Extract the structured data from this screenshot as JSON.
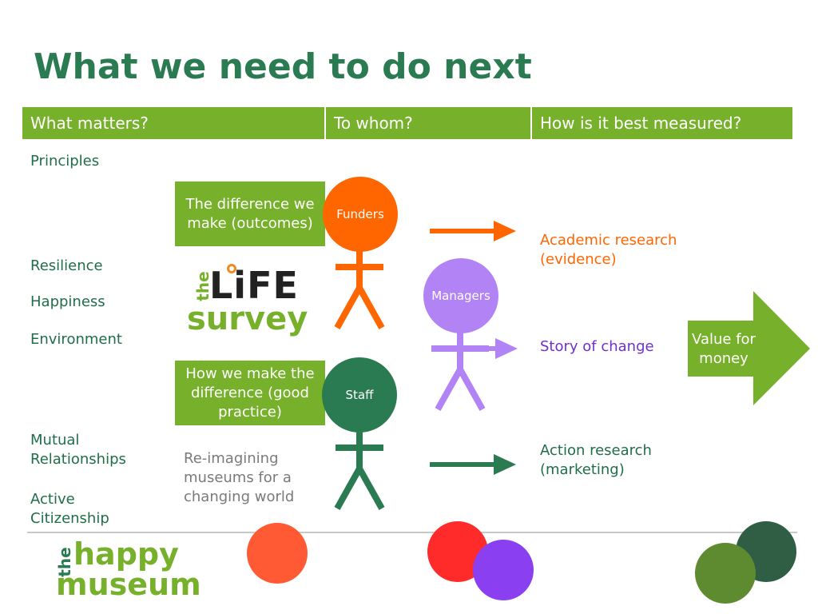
{
  "title": "What we need to do next",
  "headers": [
    "What matters?",
    "To whom?",
    "How is it best measured?"
  ],
  "principles": [
    "Principles",
    "Resilience",
    "Happiness",
    "Environment",
    "Mutual Relationships",
    "Active Citizenship"
  ],
  "boxes": {
    "outcomes": "The difference we make (outcomes)",
    "practice": "How we make the difference (good practice)"
  },
  "life_survey": {
    "the": "the",
    "life": "LiFE",
    "survey": "survey"
  },
  "reimagining": "Re-imagining museums for a changing world",
  "stakeholders": {
    "funders": "Funders",
    "managers": "Managers",
    "staff": "Staff"
  },
  "measures": {
    "academic": "Academic research (evidence)",
    "story": "Story of change",
    "action": "Action research (marketing)"
  },
  "value_arrow": "Value for money",
  "logo": {
    "the": "the",
    "happy": "happy",
    "museum": "museum"
  },
  "colors": {
    "green": "#77b02a",
    "dark_green": "#2a7a52",
    "orange": "#ff6600",
    "purple": "#b283f5",
    "staff_green": "#2a7a52"
  }
}
